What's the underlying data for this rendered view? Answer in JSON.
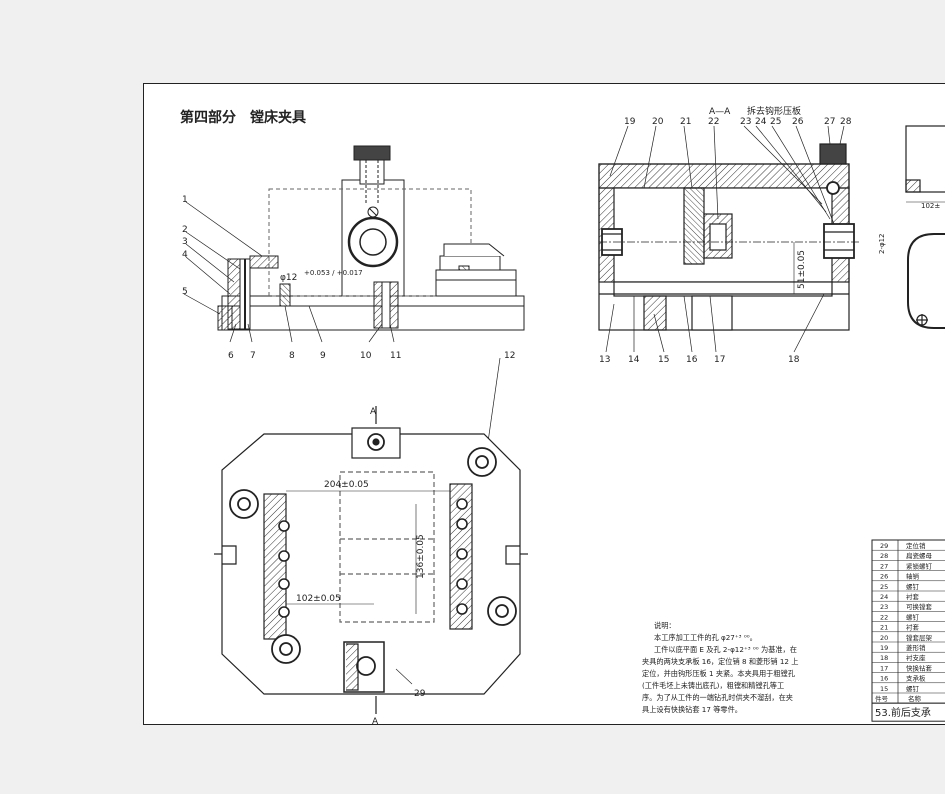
{
  "header": {
    "section_title": "第四部分　镗床夹具",
    "view_label": "A—A",
    "view_note": "拆去钩形压板"
  },
  "callouts": [
    "1",
    "2",
    "3",
    "4",
    "5",
    "6",
    "7",
    "8",
    "9",
    "10",
    "11",
    "12",
    "13",
    "14",
    "15",
    "16",
    "17",
    "18",
    "19",
    "20",
    "21",
    "22",
    "23",
    "24",
    "25",
    "26",
    "27",
    "28",
    "29"
  ],
  "dimensions": {
    "d1": "φ12",
    "d1_tol": "+0.053 / +0.017",
    "d2": "204±0.05",
    "d3": "136±0.05",
    "d4": "102±0.05",
    "d5": "51±0.05",
    "d6": "102±",
    "d7": "2-φ12",
    "section_mark_top": "A",
    "section_mark_bottom": "A"
  },
  "notes": {
    "heading": "说明：",
    "lines": [
      "本工序加工工件的孔 φ27⁺³ ⁰⁰。",
      "工件以底平面 E 及孔 2-φ12⁺³ ⁰⁰ 为基准，在",
      "夹具的两块支承板 16，定位销 8 和菱形销 12 上",
      "定位，并由钩形压板 1 夹紧。本夹具用于粗镗孔",
      "(工件毛坯上未铸出底孔)，粗镗和精镗孔等工",
      "序。为了从工件的一端钻孔时供夹不溜刮，在夹",
      "具上设有快换钻套 17 等零件。"
    ]
  },
  "parts_table": {
    "rows": [
      {
        "no": "29",
        "name": "定位销"
      },
      {
        "no": "28",
        "name": "扁瓷螺母"
      },
      {
        "no": "27",
        "name": "紧锁螺钉"
      },
      {
        "no": "26",
        "name": "轴销"
      },
      {
        "no": "25",
        "name": "螺钉"
      },
      {
        "no": "24",
        "name": "衬套"
      },
      {
        "no": "23",
        "name": "可换镗套"
      },
      {
        "no": "22",
        "name": "螺钉"
      },
      {
        "no": "21",
        "name": "衬套"
      },
      {
        "no": "20",
        "name": "镗套层架"
      },
      {
        "no": "19",
        "name": "菱形销"
      },
      {
        "no": "18",
        "name": "衬支座"
      },
      {
        "no": "17",
        "name": "快换钻套"
      },
      {
        "no": "16",
        "name": "支承板"
      },
      {
        "no": "15",
        "name": "螺钉"
      }
    ],
    "footer_no": "件号",
    "footer_name": "名称",
    "caption": "53.前后支承"
  }
}
